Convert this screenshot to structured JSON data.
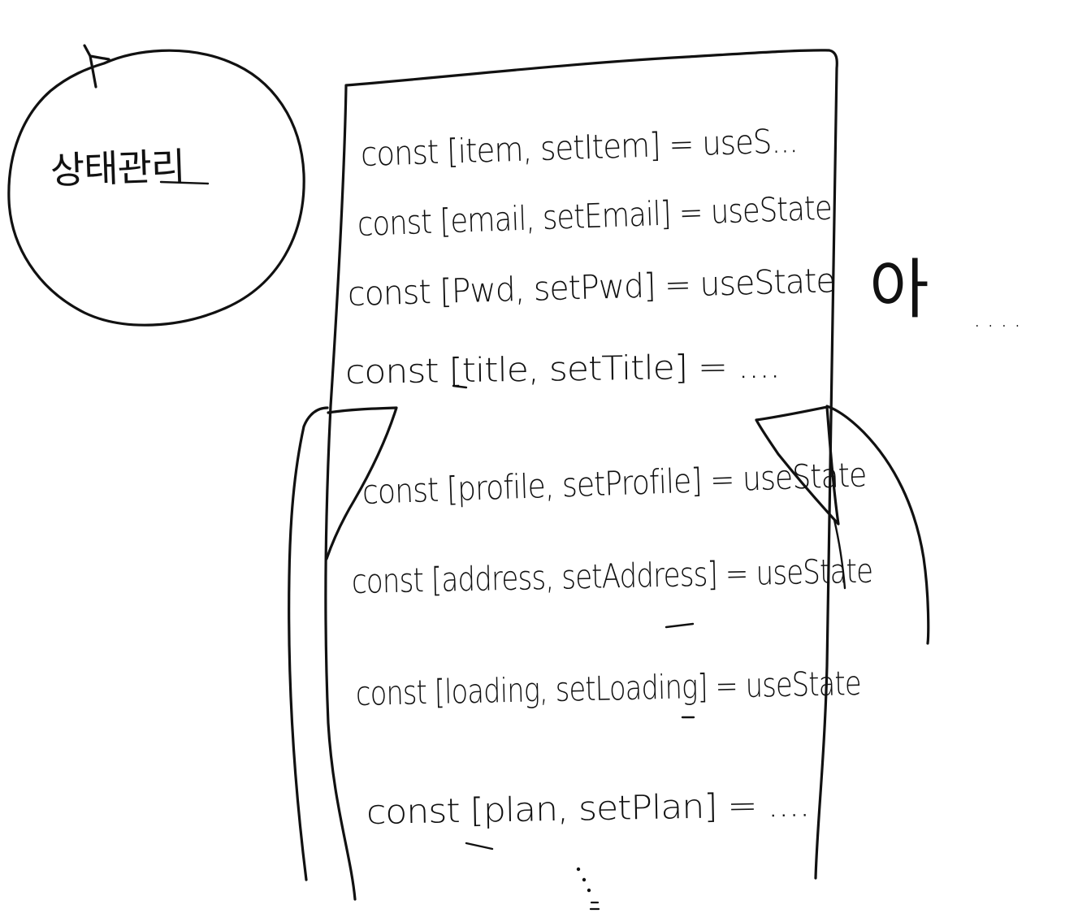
{
  "bubble": {
    "label": "상태관리"
  },
  "code_lines": [
    "const [item, setItem] = useS...",
    "const [email, setEmail] = useState",
    "const [Pwd, setPwd] = useState",
    "const [title, setTitle] = ....",
    "const [profile, setProfile] = useState",
    "const [address, setAddress] = useState",
    "const [loading, setLoading] = useState",
    "const [plan, setPlan] = ...."
  ],
  "side_text": "아",
  "trailing_dots": "....",
  "continuation_marker": "⋮"
}
